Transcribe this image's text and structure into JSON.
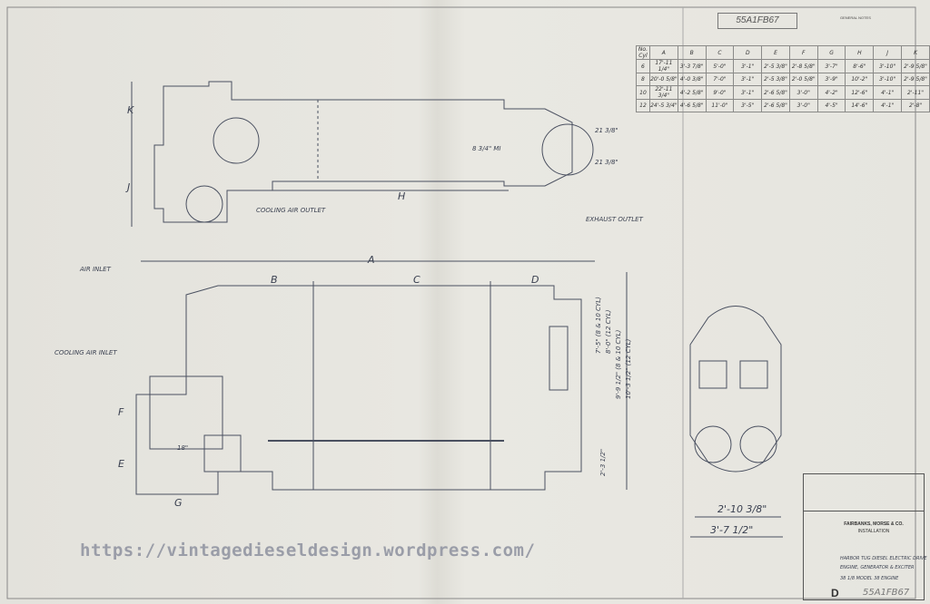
{
  "drawing_number_stamp": "55A1FB67",
  "general_notes_label": "GENERAL NOTES",
  "dimension_table": {
    "headers": [
      "No. Cyl",
      "A",
      "B",
      "C",
      "D",
      "E",
      "F",
      "G",
      "H",
      "J",
      "K"
    ],
    "rows": [
      [
        "6",
        "17'-11 1/4\"",
        "3'-3 7/8\"",
        "5'-0\"",
        "3'-1\"",
        "2'-5 3/8\"",
        "2'-8 5/8\"",
        "3'-7\"",
        "8'-6\"",
        "3'-10\"",
        "2'-9 5/8\""
      ],
      [
        "8",
        "20'-0 5/8\"",
        "4'-0 3/8\"",
        "7'-0\"",
        "3'-1\"",
        "2'-5 3/8\"",
        "2'-0 5/8\"",
        "3'-9\"",
        "10'-2\"",
        "3'-10\"",
        "2'-9 5/8\""
      ],
      [
        "10",
        "22'-11 3/4\"",
        "4'-2 5/8\"",
        "9'-0\"",
        "3'-1\"",
        "2'-6 5/8\"",
        "3'-0\"",
        "4'-2\"",
        "12'-6\"",
        "4'-1\"",
        "2'-11\""
      ],
      [
        "12",
        "24'-5 3/4\"",
        "4'-6 5/8\"",
        "11'-0\"",
        "3'-5\"",
        "2'-6 5/8\"",
        "3'-0\"",
        "4'-5\"",
        "14'-6\"",
        "4'-1\"",
        "2'-8\""
      ]
    ]
  },
  "labels": {
    "cooling_air_outlet": "COOLING AIR OUTLET",
    "exhaust_outlet": "EXHAUST OUTLET",
    "air_inlet": "AIR INLET",
    "cooling_air_inlet": "COOLING AIR INLET",
    "dim_A": "A",
    "dim_B": "B",
    "dim_C": "C",
    "dim_D": "D",
    "dim_E": "E",
    "dim_F": "F",
    "dim_G": "G",
    "dim_H": "H",
    "dim_J": "J",
    "dim_K": "K",
    "dim_18": "18\"",
    "dim_8_3_4": "8 3/4\" MI",
    "dim_21_a": "21 3/8\"",
    "dim_21_b": "21 3/8\"",
    "height_1": "7'-5\" (8 & 10 CYL)",
    "height_2": "8'-0\" (12 CYL)",
    "height_3": "9'-9 1/2\" (8 & 10 CYL)",
    "height_4": "10'-3 1/2\" (12 CYL)",
    "dim_2_3": "2'-3 1/2\"",
    "width_1": "2'-10 3/8\"",
    "width_2": "3'-7 1/2\""
  },
  "title_block": {
    "company": "FAIRBANKS, MORSE & CO.",
    "type": "INSTALLATION",
    "description_1": "HARBOR TUG DIESEL ELECTRIC DRIVE",
    "description_2": "ENGINE, GENERATOR & EXCITER",
    "description_3": "38 1/8 MODEL 38 ENGINE",
    "size": "D",
    "number": "55A1FB67"
  },
  "watermark": "https://vintagedieseldesign.wordpress.com/"
}
